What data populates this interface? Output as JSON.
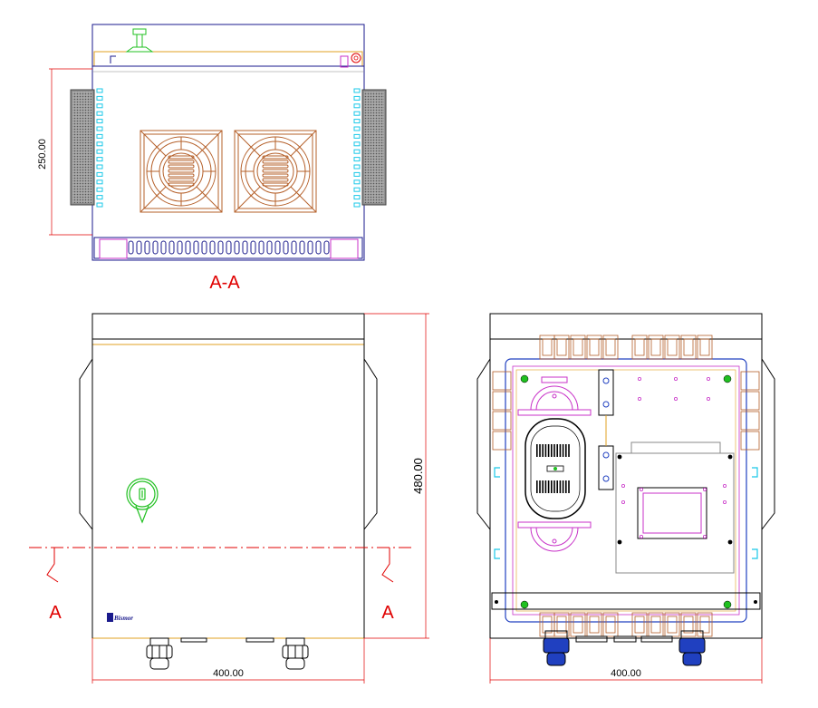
{
  "section_label": "A-A",
  "section_marker": "A",
  "dimensions": {
    "side_height": "250.00",
    "front_height": "480.00",
    "front_width": "400.00",
    "inner_width": "400.00"
  },
  "brand": "Bismor",
  "colors": {
    "outline": "#1a1a8c",
    "fan": "#b5602a",
    "accent": "#e0a020",
    "cyan": "#19c8e8",
    "magenta": "#c832c8",
    "green": "#20c020",
    "red": "#e00000",
    "grey": "#888888",
    "cable_gland": "#2040c0"
  }
}
